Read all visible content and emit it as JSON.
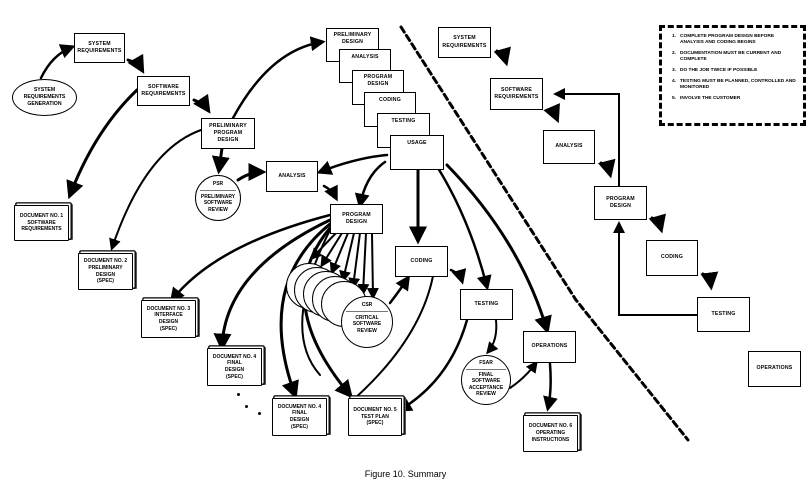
{
  "caption": "Figure 10. Summary",
  "left_flow": {
    "system_requirements_generation": "SYSTEM\nREQUIREMENTS\nGENERATION",
    "system_requirements": "SYSTEM\nREQUIREMENTS",
    "software_requirements": "SOFTWARE\nREQUIREMENTS",
    "preliminary_program_design": "PRELIMINARY\nPROGRAM\nDESIGN",
    "analysis": "ANALYSIS",
    "program_design": "PROGRAM\nDESIGN",
    "coding": "CODING",
    "testing": "TESTING",
    "operations": "OPERATIONS",
    "usage_stack": [
      "PRELIMINARY\nDESIGN",
      "ANALYSIS",
      "PROGRAM\nDESIGN",
      "CODING",
      "TESTING",
      "USAGE"
    ],
    "reviews": {
      "psr": {
        "abbr": "PSR",
        "full": "PRELIMINARY\nSOFTWARE\nREVIEW"
      },
      "csr": {
        "abbr": "CSR",
        "full": "CRITICAL\nSOFTWARE\nREVIEW"
      },
      "fsar": {
        "abbr": "FSAR",
        "full": "FINAL\nSOFTWARE\nACCEPTANCE\nREVIEW"
      }
    },
    "documents": [
      "DOCUMENT NO. 1\nSOFTWARE\nREQUIREMENTS",
      "DOCUMENT NO. 2\nPRELIMINARY\nDESIGN\n(SPEC)",
      "DOCUMENT NO. 3\nINTERFACE\nDESIGN\n(SPEC)",
      "DOCUMENT NO. 4\nFINAL\nDESIGN\n(SPEC)",
      "DOCUMENT NO. 4\nFINAL\nDESIGN\n(SPEC)",
      "DOCUMENT NO. 5\nTEST PLAN\n(SPEC)",
      "DOCUMENT NO. 6\nOPERATING\nINSTRUCTIONS"
    ]
  },
  "right_flow": {
    "system_requirements": "SYSTEM\nREQUIREMENTS",
    "software_requirements": "SOFTWARE\nREQUIREMENTS",
    "analysis": "ANALYSIS",
    "program_design": "PROGRAM\nDESIGN",
    "coding": "CODING",
    "testing": "TESTING",
    "operations": "OPERATIONS"
  },
  "principles": [
    {
      "num": "1.",
      "text": "COMPLETE PROGRAM DESIGN BEFORE ANALYSIS AND CODING BEGINS"
    },
    {
      "num": "2.",
      "text": "DOCUMENTATION MUST BE CURRENT AND COMPLETE"
    },
    {
      "num": "3.",
      "text": "DO THE JOB TWICE IF POSSIBLE"
    },
    {
      "num": "4.",
      "text": "TESTING MUST BE PLANNED, CONTROLLED AND MONITORED"
    },
    {
      "num": "5.",
      "text": "INVOLVE THE CUSTOMER"
    }
  ]
}
